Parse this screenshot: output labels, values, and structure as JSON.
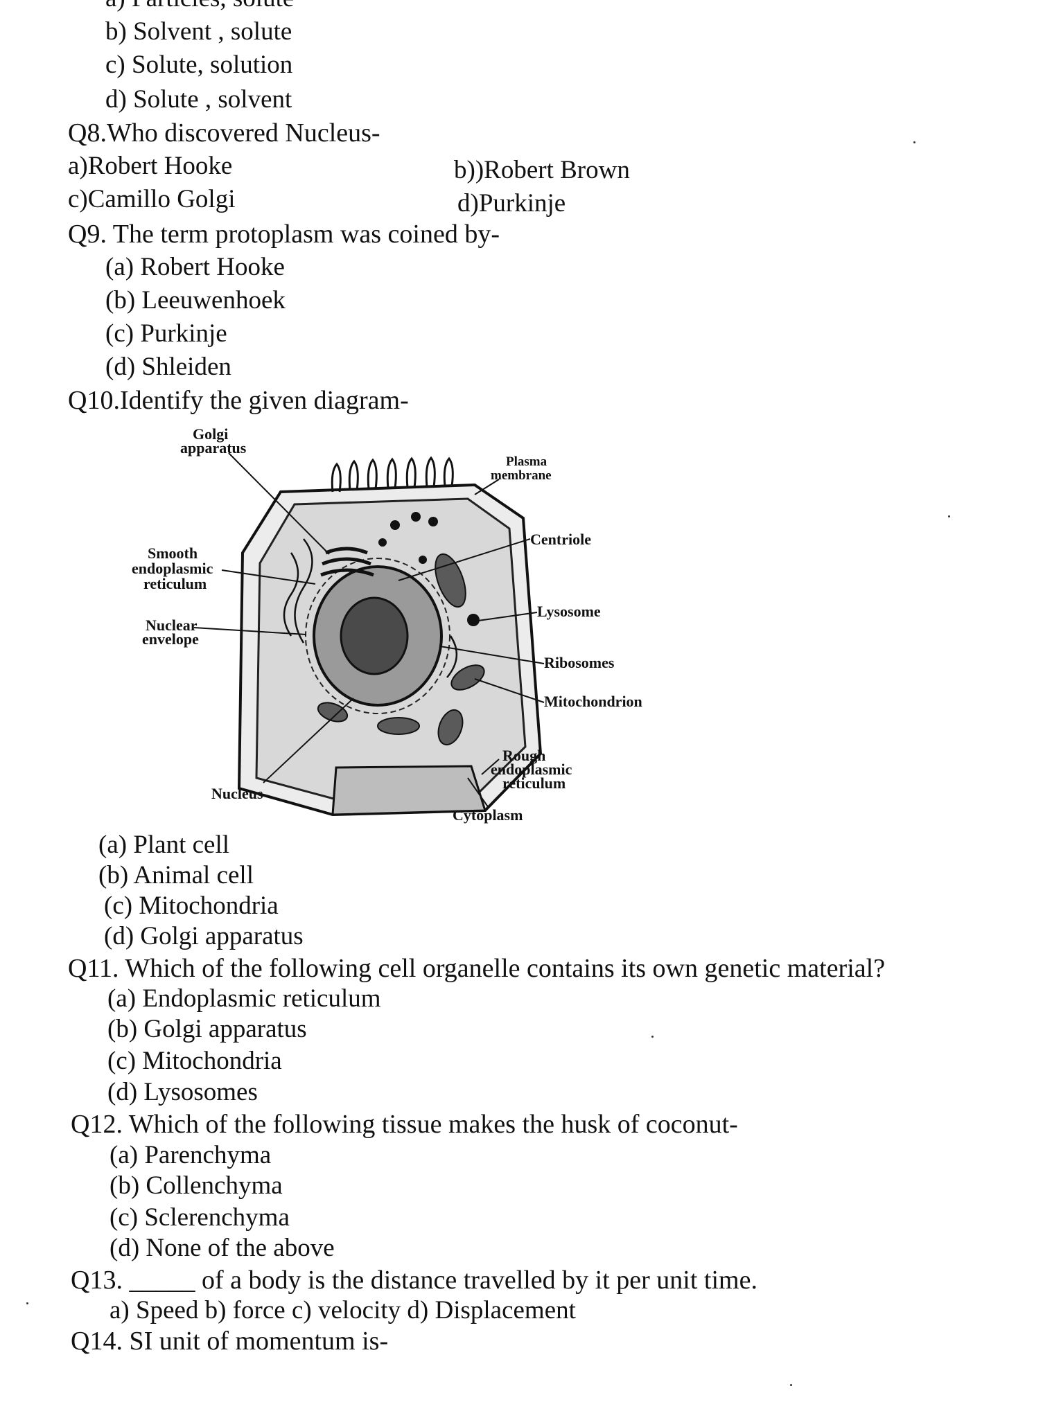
{
  "top_partial": {
    "label": "a)",
    "text": "Particles, solute"
  },
  "q7_options": [
    {
      "label": "b)",
      "text": "Solvent , solute"
    },
    {
      "label": "c)",
      "text": "Solute, solution"
    },
    {
      "label": "d)",
      "text": "Solute , solvent"
    }
  ],
  "q8": {
    "question": "Q8.Who discovered Nucleus-",
    "a": "a)Robert  Hooke",
    "b": "b))Robert Brown",
    "c": "c)Camillo Golgi",
    "d": "d)Purkinje"
  },
  "q9": {
    "question": "Q9. The term protoplasm was coined by-",
    "options": [
      "(a) Robert Hooke",
      "(b) Leeuwenhoek",
      "(c) Purkinje",
      "(d) Shleiden"
    ]
  },
  "q10": {
    "question": "Q10.Identify the given diagram-",
    "diagram_labels": {
      "golgi_1": "Golgi",
      "golgi_2": "apparatus",
      "plasma_1": "Plasma",
      "plasma_2": "membrane",
      "centriole": "Centriole",
      "ser_1": "Smooth",
      "ser_2": "endoplasmic",
      "ser_3": "reticulum",
      "lysosome": "Lysosome",
      "nuclear_1": "Nuclear",
      "nuclear_2": "envelope",
      "ribosomes": "Ribosomes",
      "mito": "Mitochondrion",
      "rer_1": "Rough",
      "rer_2": "endoplasmic",
      "rer_3": "reticulum",
      "nucleus": "Nucleus",
      "cytoplasm": "Cytoplasm"
    },
    "options": [
      "(a) Plant cell",
      "(b) Animal cell",
      "(c) Mitochondria",
      "(d) Golgi apparatus"
    ]
  },
  "q11": {
    "question": "Q11. Which of the following cell organelle contains its own genetic material?",
    "options": [
      "(a) Endoplasmic reticulum",
      "(b) Golgi apparatus",
      "(c) Mitochondria",
      "(d) Lysosomes"
    ]
  },
  "q12": {
    "question": "Q12. Which of the following tissue makes the husk of coconut-",
    "options": [
      "(a) Parenchyma",
      "(b) Collenchyma",
      "(c) Sclerenchyma",
      "(d) None of the above"
    ]
  },
  "q13": {
    "number": "Q13.",
    "blank": "_____",
    "rest": "of a body is the distance travelled by it per unit time.",
    "options": "a)  Speed b) force c) velocity d) Displacement"
  },
  "q14": {
    "question": "Q14. SI unit of momentum is-"
  }
}
